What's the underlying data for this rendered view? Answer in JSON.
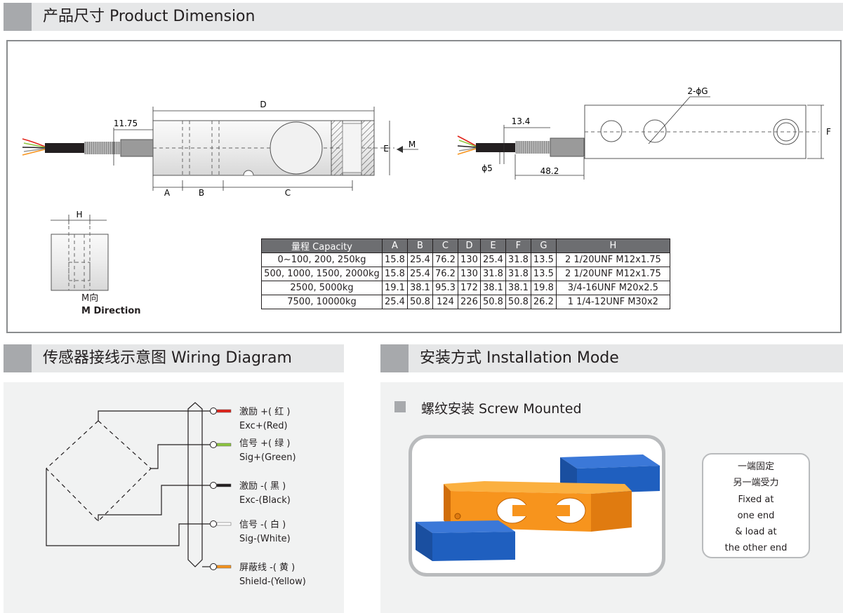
{
  "sections": {
    "dimension_title": "产品尺寸 Product Dimension",
    "wiring_title": "传感器接线示意图 Wiring Diagram",
    "installation_title": "安装方式 Installation Mode"
  },
  "drawing": {
    "labels": {
      "d": "D",
      "e": "E",
      "a": "A",
      "b": "B",
      "c": "C",
      "m": "M",
      "f": "F",
      "h": "H",
      "dim_11_75": "11.75",
      "dim_13_4": "13.4",
      "dim_48_2": "48.2",
      "phi5": "ϕ5",
      "holes": "2-ϕG"
    },
    "m_direction": {
      "line1": "M向",
      "line2": "M Direction"
    }
  },
  "table": {
    "headers": [
      "量程 Capacity",
      "A",
      "B",
      "C",
      "D",
      "E",
      "F",
      "G",
      "H"
    ],
    "rows": [
      [
        "0~100, 200, 250kg",
        "15.8",
        "25.4",
        "76.2",
        "130",
        "25.4",
        "31.8",
        "13.5",
        "2  1/20UNF  M12x1.75"
      ],
      [
        "500, 1000, 1500, 2000kg",
        "15.8",
        "25.4",
        "76.2",
        "130",
        "31.8",
        "31.8",
        "13.5",
        "2  1/20UNF  M12x1.75"
      ],
      [
        "2500, 5000kg",
        "19.1",
        "38.1",
        "95.3",
        "172",
        "38.1",
        "38.1",
        "19.8",
        "3/4-16UNF  M20x2.5"
      ],
      [
        "7500, 10000kg",
        "25.4",
        "50.8",
        "124",
        "226",
        "50.8",
        "50.8",
        "26.2",
        "1  1/4-12UNF  M30x2"
      ]
    ]
  },
  "wiring": {
    "wires": [
      {
        "cn": "激励 +( 红 )",
        "en": "Exc+(Red)",
        "color": "#e2231a"
      },
      {
        "cn": "信号 +( 绿 )",
        "en": "Sig+(Green)",
        "color": "#8dc63f"
      },
      {
        "cn": "激励 -( 黑 )",
        "en": "Exc-(Black)",
        "color": "#231f20"
      },
      {
        "cn": "信号 -( 白 )",
        "en": "Sig-(White)",
        "color": "#ffffff"
      },
      {
        "cn": "屏蔽线 -( 黄 )",
        "en": "Shield-(Yellow)",
        "color": "#f7941d"
      }
    ]
  },
  "installation": {
    "method": "螺纹安装 Screw Mounted",
    "note": [
      "一端固定",
      "另一端受力",
      "Fixed at",
      "one end",
      "& load at",
      "the other end"
    ],
    "colors": {
      "sensor": "#f7941d",
      "blocks": "#1f5fbf"
    }
  },
  "colors": {
    "header_bg": "#e6e7e8",
    "header_tab": "#a7a9ac",
    "table_header": "#6d6e71",
    "panel_bg": "#f1f2f2"
  }
}
